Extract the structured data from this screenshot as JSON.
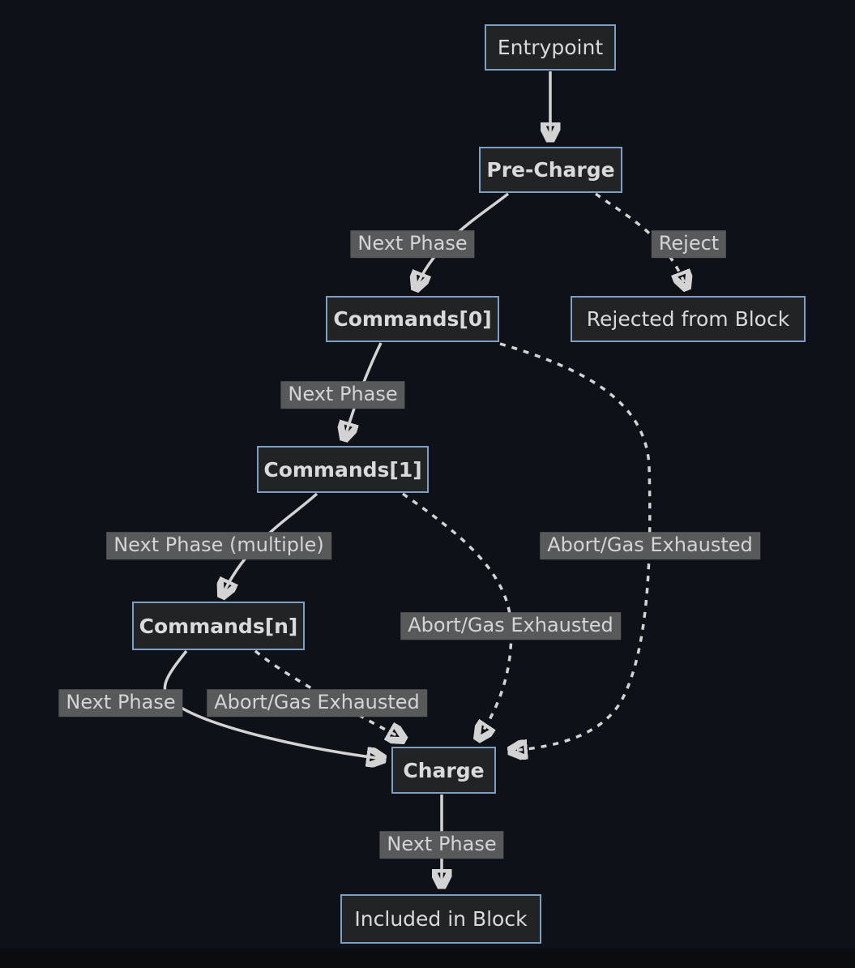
{
  "diagram": {
    "type": "flowchart",
    "direction": "top-down",
    "nodes": [
      {
        "id": "entrypoint",
        "label": "Entrypoint",
        "emphasis": "normal"
      },
      {
        "id": "pre-charge",
        "label": "Pre-Charge",
        "emphasis": "bold"
      },
      {
        "id": "commands-0",
        "label": "Commands[0]",
        "emphasis": "bold"
      },
      {
        "id": "rejected-from-block",
        "label": "Rejected from Block",
        "emphasis": "normal"
      },
      {
        "id": "commands-1",
        "label": "Commands[1]",
        "emphasis": "bold"
      },
      {
        "id": "commands-n",
        "label": "Commands[n]",
        "emphasis": "bold"
      },
      {
        "id": "charge",
        "label": "Charge",
        "emphasis": "bold"
      },
      {
        "id": "included-in-block",
        "label": "Included in Block",
        "emphasis": "normal"
      }
    ],
    "edges": [
      {
        "from": "entrypoint",
        "to": "pre-charge",
        "label": "",
        "style": "solid"
      },
      {
        "from": "pre-charge",
        "to": "commands-0",
        "label": "Next Phase",
        "style": "solid"
      },
      {
        "from": "pre-charge",
        "to": "rejected-from-block",
        "label": "Reject",
        "style": "dotted"
      },
      {
        "from": "commands-0",
        "to": "commands-1",
        "label": "Next Phase",
        "style": "solid"
      },
      {
        "from": "commands-0",
        "to": "charge",
        "label": "Abort/Gas Exhausted",
        "style": "dotted"
      },
      {
        "from": "commands-1",
        "to": "commands-n",
        "label": "Next Phase (multiple)",
        "style": "solid"
      },
      {
        "from": "commands-1",
        "to": "charge",
        "label": "Abort/Gas Exhausted",
        "style": "dotted"
      },
      {
        "from": "commands-n",
        "to": "charge",
        "label": "Next Phase",
        "style": "solid"
      },
      {
        "from": "commands-n",
        "to": "charge",
        "label": "Abort/Gas Exhausted",
        "style": "dotted"
      },
      {
        "from": "charge",
        "to": "included-in-block",
        "label": "Next Phase",
        "style": "solid"
      }
    ],
    "colors": {
      "background": "#0e1117",
      "node_fill": "#212324",
      "node_border": "#7e9fc4",
      "node_text": "#d9dadb",
      "edge_line": "#d3d3d3",
      "edge_label_bg": "#57595b",
      "edge_label_text": "#d3d4d5"
    }
  }
}
